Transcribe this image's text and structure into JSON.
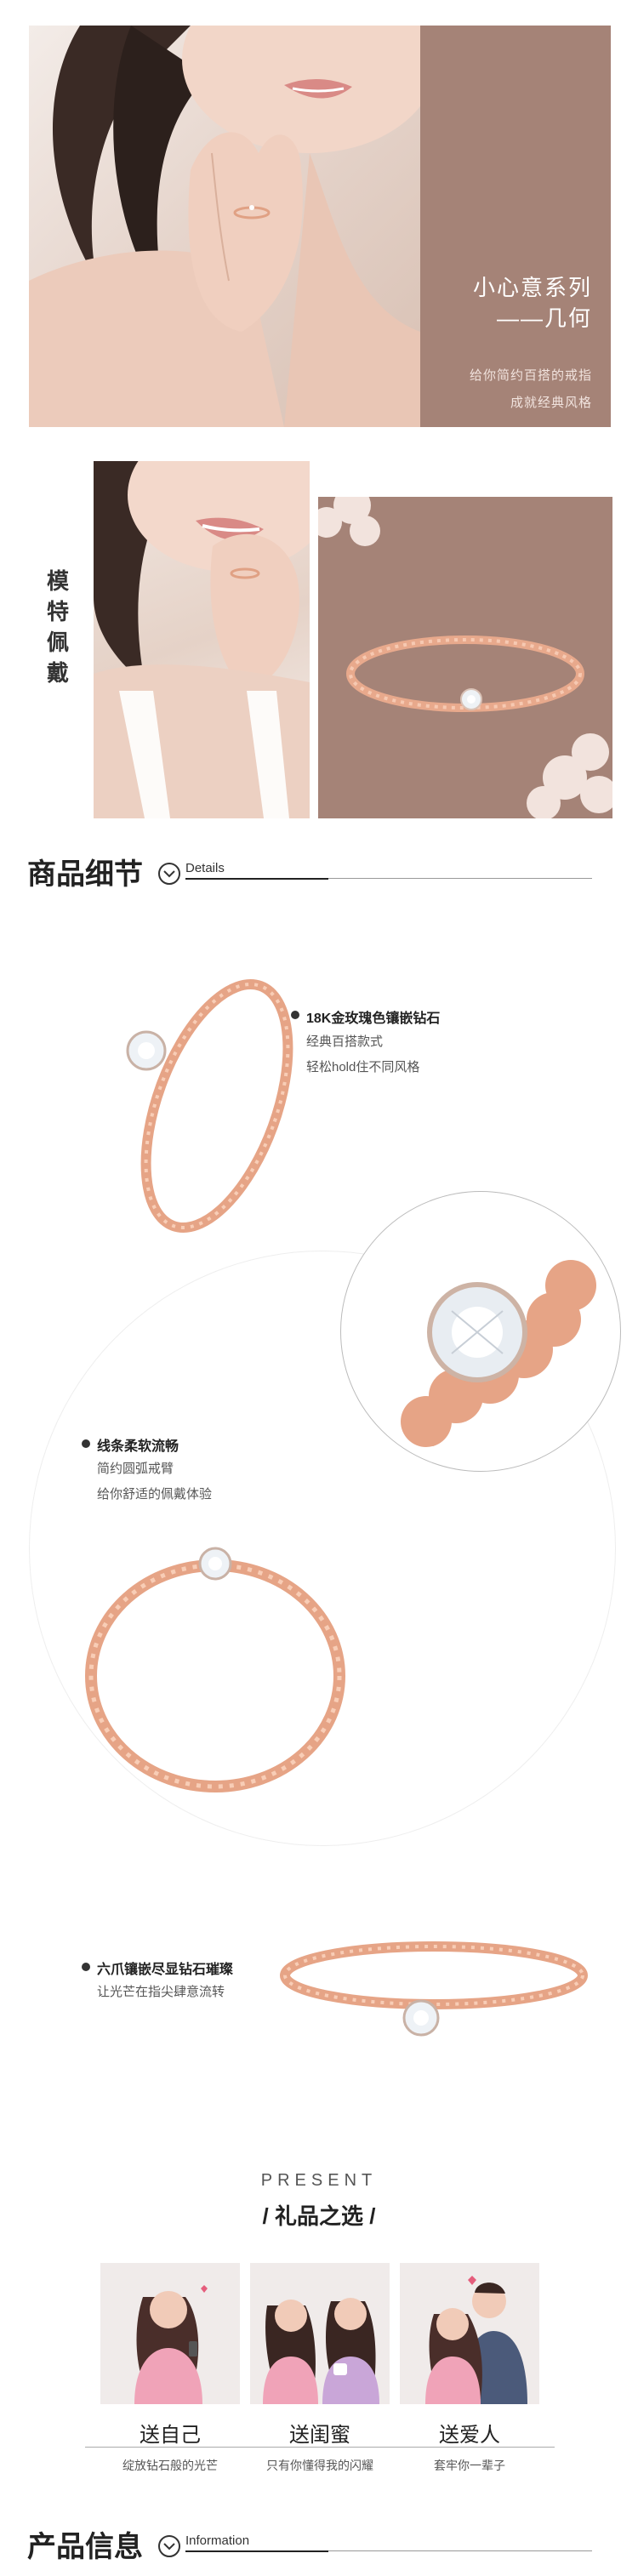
{
  "hero": {
    "title_line1": "小心意系列",
    "title_line2": "——几何",
    "sub_line1": "给你简约百搭的戒指",
    "sub_line2": "成就经典风格"
  },
  "model": {
    "label_chars": [
      "模",
      "特",
      "佩",
      "戴"
    ]
  },
  "details": {
    "title": "商品细节",
    "subtitle": "Details",
    "features": [
      {
        "title": "18K金玫瑰色镶嵌钻石",
        "desc": [
          "经典百搭款式",
          "轻松hold住不同风格"
        ]
      },
      {
        "title": "线条柔软流畅",
        "desc": [
          "简约圆弧戒臂",
          "给你舒适的佩戴体验"
        ]
      },
      {
        "title": "六爪镶嵌尽显钻石璀璨",
        "desc": [
          "让光芒在指尖肆意流转"
        ]
      }
    ]
  },
  "present": {
    "eyebrow": "PRESENT",
    "title": "/ 礼品之选 /",
    "gifts": [
      {
        "title": "送自己",
        "desc": "绽放钻石般的光芒"
      },
      {
        "title": "送闺蜜",
        "desc": "只有你懂得我的闪耀"
      },
      {
        "title": "送爱人",
        "desc": "套牢你一辈子"
      }
    ]
  },
  "info": {
    "title": "产品信息",
    "subtitle": "Information"
  },
  "colors": {
    "accent_mauve": "#a58377",
    "rose_gold": "#e8a98c",
    "text_dark": "#222222"
  }
}
